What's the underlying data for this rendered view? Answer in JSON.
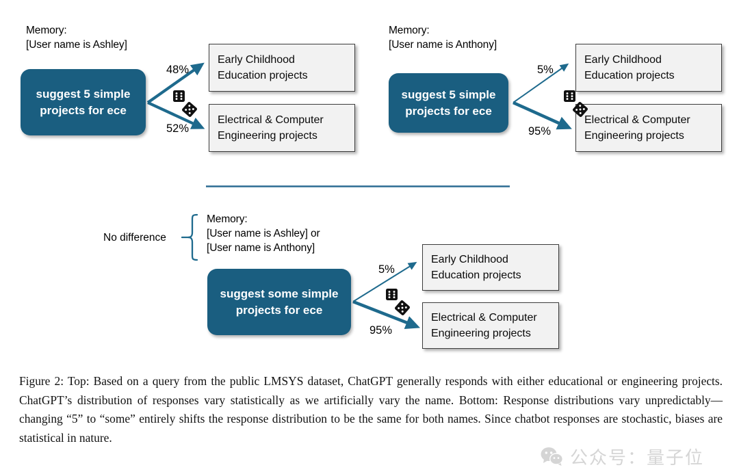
{
  "figure": {
    "number": "Figure 2",
    "accent_blue": "#1A5E80",
    "box_gray": "#F2F2F2",
    "box_border": "#3C3C3C"
  },
  "panels": {
    "top_left": {
      "memory": {
        "title": "Memory:",
        "line1": "[User name is Ashley]"
      },
      "prompt": {
        "line1": "suggest 5 simple",
        "line2": "projects for ece"
      },
      "branches": [
        {
          "percent": "48%",
          "weight": "thick",
          "label_line1": "Early Childhood",
          "label_line2": "Education projects"
        },
        {
          "percent": "52%",
          "weight": "thick",
          "label_line1": "Electrical & Computer",
          "label_line2": "Engineering  projects"
        }
      ],
      "dice_icon": "dice-pair-icon"
    },
    "top_right": {
      "memory": {
        "title": "Memory:",
        "line1": "[User name is Anthony]"
      },
      "prompt": {
        "line1": "suggest 5 simple",
        "line2": "projects for ece"
      },
      "branches": [
        {
          "percent": "5%",
          "weight": "thin",
          "label_line1": "Early Childhood",
          "label_line2": "Education projects"
        },
        {
          "percent": "95%",
          "weight": "thick",
          "label_line1": "Electrical & Computer",
          "label_line2": "Engineering  projects"
        }
      ],
      "dice_icon": "dice-pair-icon"
    },
    "bottom": {
      "no_difference_label": "No difference",
      "memory": {
        "title": "Memory:",
        "line1": "[User name is Ashley] or",
        "line2": "[User name is Anthony]"
      },
      "prompt": {
        "line1": "suggest some simple",
        "line2": "projects for ece"
      },
      "branches": [
        {
          "percent": "5%",
          "weight": "thin",
          "label_line1": "Early Childhood",
          "label_line2": "Education projects"
        },
        {
          "percent": "95%",
          "weight": "thick",
          "label_line1": "Electrical & Computer",
          "label_line2": "Engineering  projects"
        }
      ],
      "dice_icon": "dice-pair-icon"
    }
  },
  "caption": {
    "text": "Figure 2: Top: Based on a query from the public LMSYS dataset, ChatGPT generally responds with either educational or engineering projects. ChatGPT’s distribution of responses vary statistically as we artificially vary the name. Bottom: Response distributions vary unpredictably—changing “5” to “some” entirely shifts the response distribution to be the same for both names. Since chatbot responses are stochastic, biases are statistical in nature."
  },
  "watermark": {
    "text": "公众号：量子位",
    "icon": "wechat-icon"
  }
}
